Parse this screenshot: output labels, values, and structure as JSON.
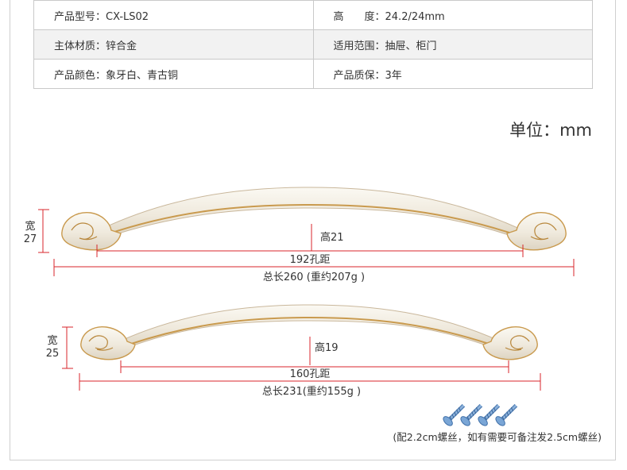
{
  "specs": [
    [
      {
        "label": "产品型号：",
        "value": "CX-LS02"
      },
      {
        "label": "高　　度：",
        "value": "24.2/24mm"
      }
    ],
    [
      {
        "label": "主体材质：",
        "value": "锌合金"
      },
      {
        "label": "适用范围：",
        "value": "抽屉、柜门"
      }
    ],
    [
      {
        "label": "产品颜色：",
        "value": "象牙白、青古铜"
      },
      {
        "label": "产品质保：",
        "value": "3年"
      }
    ]
  ],
  "unit_label": "单位：mm",
  "handle_large": {
    "width_label": "宽",
    "width_value": "27",
    "height_label": "高21",
    "hole_distance_label": "192孔距",
    "total_label": "总长260 (重约207g )"
  },
  "handle_small": {
    "width_label": "宽",
    "width_value": "25",
    "height_label": "高19",
    "hole_distance_label": "160孔距",
    "total_label": "总长231(重约155g )"
  },
  "screws_note": "(配2.2cm螺丝，如有需要可备注发2.5cm螺丝)",
  "colors": {
    "dimension_line": "#d8262b",
    "ivory": "#f4f0e6",
    "gold_trim": "#c99a4e",
    "screw": "#5b8fc9"
  }
}
